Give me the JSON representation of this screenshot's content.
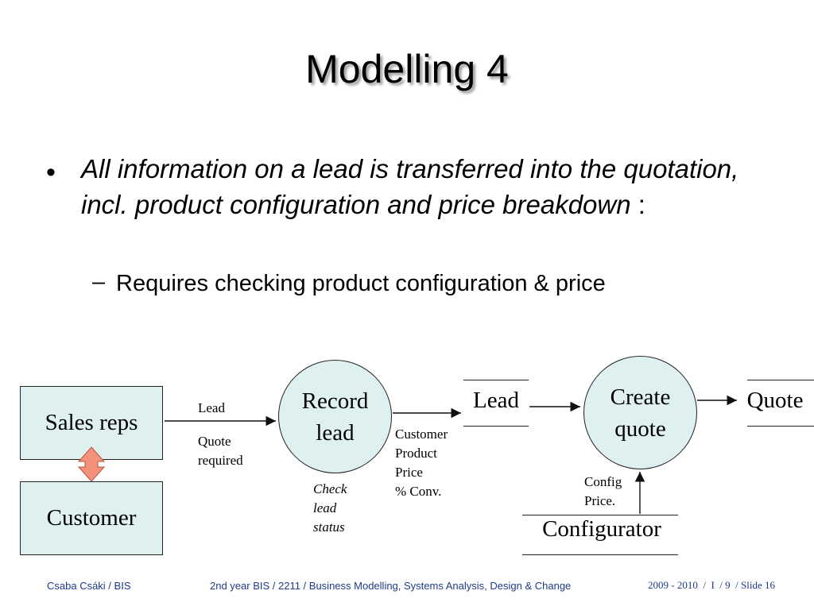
{
  "slide": {
    "title": "Modelling 4",
    "bullet": {
      "text": "All information on a lead is transferred into the quotation, incl. product configuration and price breakdown",
      "suffix": " :",
      "sub": "Requires checking product configuration & price"
    }
  },
  "diagram": {
    "sales_reps": "Sales reps",
    "customer": "Customer",
    "record_lead_l1": "Record",
    "record_lead_l2": "lead",
    "create_quote_l1": "Create",
    "create_quote_l2": "quote",
    "lead_store": "Lead",
    "quote_store": "Quote",
    "configurator_store": "Configurator",
    "flow_lead": "Lead",
    "flow_quote_l1": "Quote",
    "flow_quote_l2": "required",
    "check_l1": "Check",
    "check_l2": "lead",
    "check_l3": "status",
    "data_l1": "Customer",
    "data_l2": "Product",
    "data_l3": "Price",
    "data_l4": "% Conv.",
    "config_l1": "Config",
    "config_l2": "Price.",
    "colors": {
      "fill": "#dff0f0",
      "double_arrow": "#f4917a"
    }
  },
  "footer": {
    "author": "Csaba Csáki / BIS",
    "course": "2nd year BIS / 2211 / Business Modelling, Systems Analysis, Design & Change",
    "page": "2009 - 2010  /  I  / 9  / Slide 16"
  }
}
